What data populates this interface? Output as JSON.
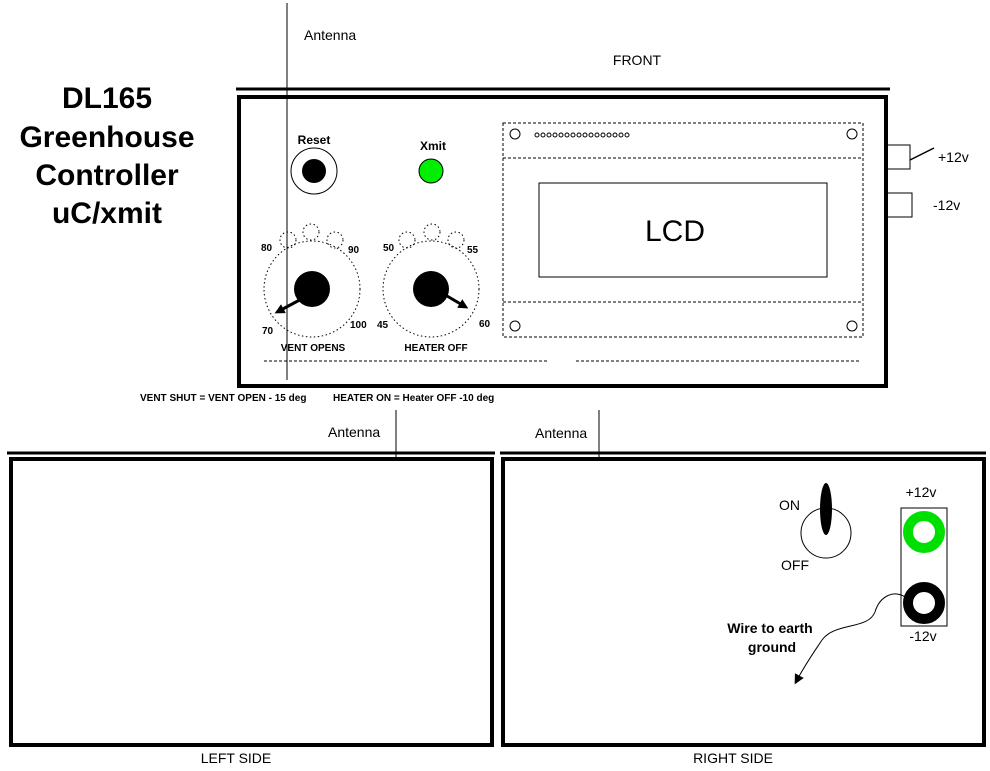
{
  "title_lines": [
    "DL165",
    "Greenhouse",
    "Controller",
    "uC/xmit"
  ],
  "labels": {
    "antenna": "Antenna",
    "front": "FRONT",
    "left_side": "LEFT SIDE",
    "right_side": "RIGHT SIDE",
    "reset": "Reset",
    "xmit": "Xmit",
    "lcd": "LCD",
    "plus12": "+12v",
    "minus12": "-12v",
    "on": "ON",
    "off": "OFF",
    "wire_line1": "Wire to earth",
    "wire_line2": "ground",
    "vent_opens": "VENT OPENS",
    "heater_off": "HEATER OFF",
    "note_vent": "VENT SHUT = VENT OPEN - 15 deg",
    "note_heater": "HEATER ON = Heater OFF -10 deg"
  },
  "vent_dial": {
    "ticks": [
      "80",
      "90",
      "70",
      "100"
    ]
  },
  "heater_dial": {
    "ticks": [
      "50",
      "55",
      "45",
      "60"
    ]
  },
  "colors": {
    "xmit_led": "#00ee00",
    "terminal_plus": "#00e000",
    "terminal_minus": "#000000",
    "line": "#000000"
  }
}
